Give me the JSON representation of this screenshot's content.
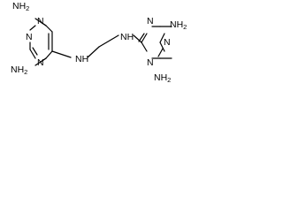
{
  "molecule": {
    "left_ring": {
      "top_substituent": "NH",
      "top_substituent_sub": "2",
      "bottom_substituent": "NH",
      "bottom_substituent_sub": "2",
      "ring_n_top": "N",
      "ring_n_left": "N",
      "ring_n_bottom": "N"
    },
    "linker": {
      "left_nh": "NH",
      "right_nh": "NH"
    },
    "right_ring": {
      "top_substituent": "NH",
      "top_substituent_sub": "2",
      "bottom_substituent": "NH",
      "bottom_substituent_sub": "2",
      "ring_n_top": "N",
      "ring_n_right": "N",
      "ring_n_bottom": "N"
    }
  }
}
